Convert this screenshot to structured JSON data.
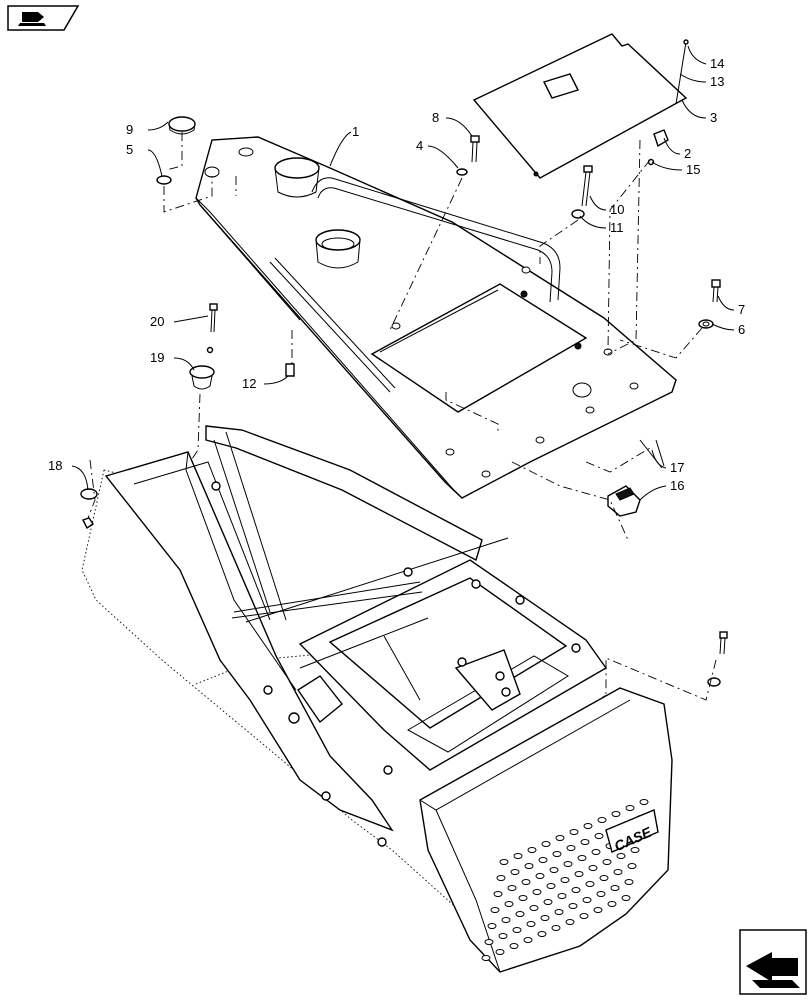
{
  "nav": {
    "top_icon": "book-arrow-icon",
    "bottom_icon": "return-arrow-icon"
  },
  "callouts": [
    {
      "id": "1",
      "text": "1"
    },
    {
      "id": "2",
      "text": "2"
    },
    {
      "id": "3",
      "text": "3"
    },
    {
      "id": "4",
      "text": "4"
    },
    {
      "id": "5",
      "text": "5"
    },
    {
      "id": "6",
      "text": "6"
    },
    {
      "id": "7",
      "text": "7"
    },
    {
      "id": "8",
      "text": "8"
    },
    {
      "id": "9",
      "text": "9"
    },
    {
      "id": "10",
      "text": "10"
    },
    {
      "id": "11",
      "text": "11"
    },
    {
      "id": "12",
      "text": "12"
    },
    {
      "id": "13",
      "text": "13"
    },
    {
      "id": "14",
      "text": "14"
    },
    {
      "id": "15",
      "text": "15"
    },
    {
      "id": "16",
      "text": "16"
    },
    {
      "id": "17",
      "text": "17"
    },
    {
      "id": "18",
      "text": "18"
    },
    {
      "id": "19",
      "text": "19"
    },
    {
      "id": "20",
      "text": "20"
    }
  ],
  "logo_text": "CASE"
}
